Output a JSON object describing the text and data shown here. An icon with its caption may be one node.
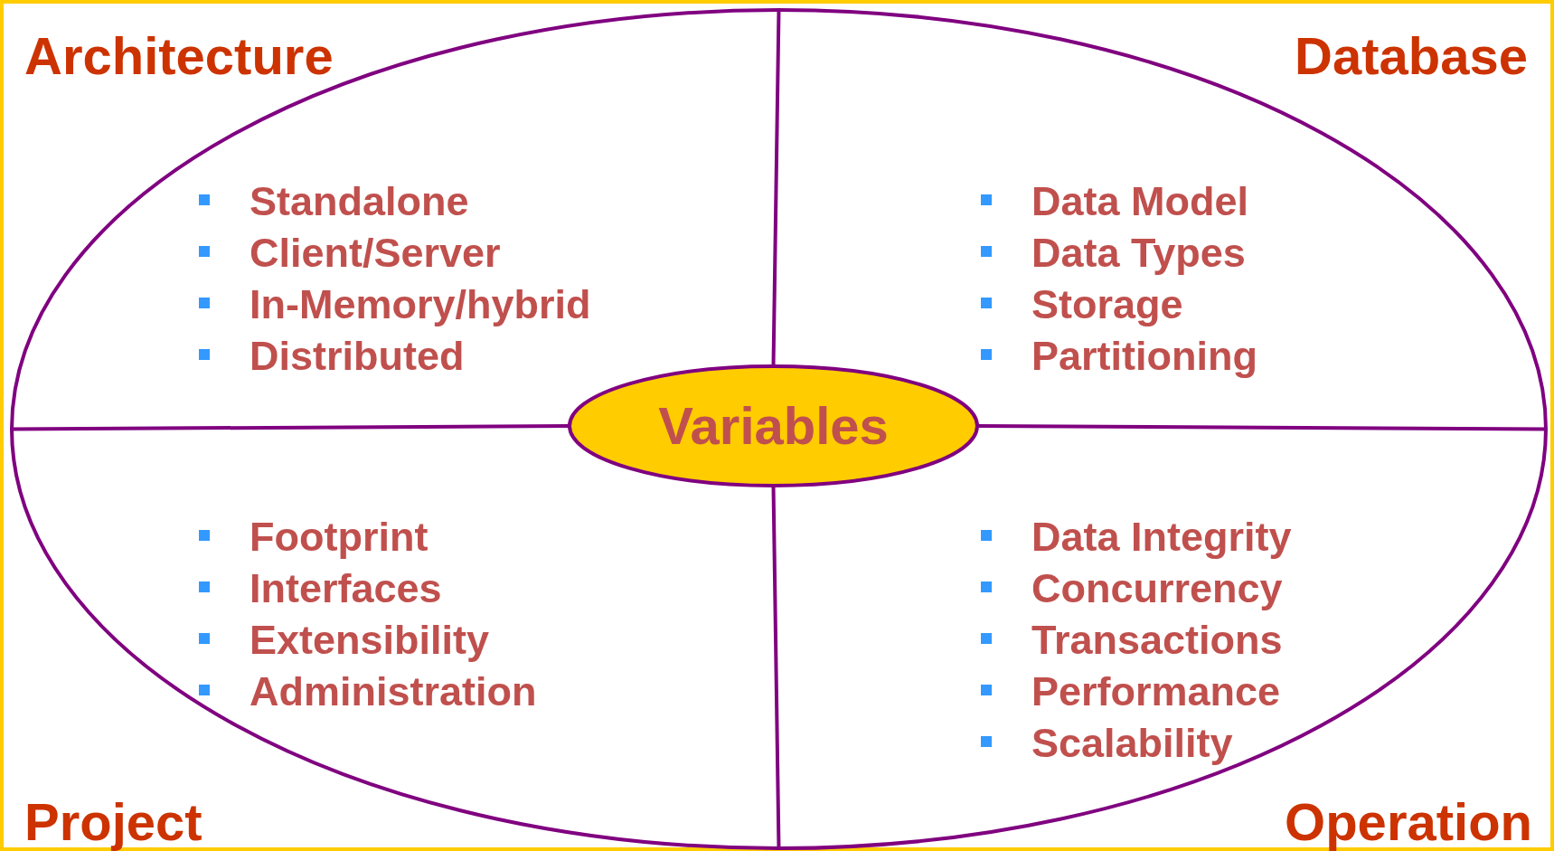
{
  "diagram": {
    "nodes": [
      {
        "text": [],
        "shape": "ellipse"
      },
      {
        "text": [
          "Variables"
        ],
        "in": 0
      }
    ],
    "edges": [
      {
        "from": 1,
        "to": 0,
        "arrow": "none"
      },
      {
        "from": 1,
        "to": 0,
        "arrow": "none"
      },
      {
        "from": 1,
        "to": 0,
        "arrow": "none"
      },
      {
        "from": 1,
        "to": 0,
        "arrow": "none"
      }
    ],
    "labels": [
      "Architecture",
      "Standalone",
      "Client/Server",
      "In-Memory/hybrid",
      "Distributed",
      "Database",
      "Data Model",
      "Data Types",
      "Storage",
      "Partitioning",
      "Project",
      "Footprint",
      "Interfaces",
      "Extensibility",
      "Administration",
      "Operation",
      "Data Integrity",
      "Concurrency",
      "Transactions",
      "Performance",
      "Scalability"
    ]
  }
}
